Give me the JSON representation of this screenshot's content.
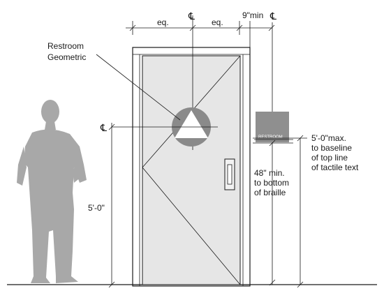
{
  "labels": {
    "eq_left": "eq.",
    "eq_right": "eq.",
    "nine_min": "9\"min",
    "centerline_symbol": "℄",
    "restroom_line1": "Restroom",
    "restroom_line2": "Geometric",
    "sign_text": "RESTROOM",
    "five_max_line1": "5'-0\"max.",
    "five_max_line2": "to baseline",
    "five_max_line3": "of top line",
    "five_max_line4": "of tactile text",
    "braille_line1": "48\" min.",
    "braille_line2": "to bottom",
    "braille_line3": "of braille",
    "five_zero": "5'-0\""
  },
  "colors": {
    "door_fill": "#e6e6e6",
    "figure_fill": "#a8a8a8",
    "sign_fill": "#8f8f8f",
    "symbol_fill": "#8a8a8a",
    "line": "#1a1a1a"
  }
}
